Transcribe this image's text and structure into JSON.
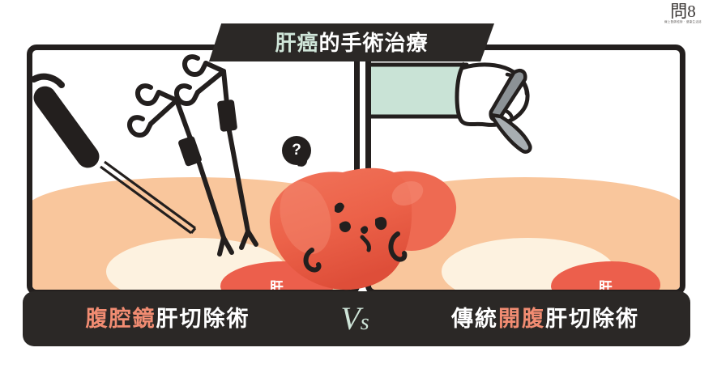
{
  "logo": {
    "mark": "問8",
    "subtitle": "線上醫師諮詢 ‧ 健康生活誌"
  },
  "title": {
    "highlight": "肝癌",
    "rest": "的手術治療",
    "highlight_color": "#CFE5D8",
    "rest_color": "#FFFFFF",
    "banner_color": "#2B2826"
  },
  "panels": {
    "left": {
      "name": "laparoscopic-surgery-panel",
      "liver_label": "肝",
      "instruments": [
        "laparoscope-camera",
        "grasper-forceps",
        "grasper-forceps"
      ]
    },
    "right": {
      "name": "open-surgery-panel",
      "liver_label": "肝",
      "instruments": [
        "surgeon-hand",
        "scalpel"
      ],
      "sleeve_color": "#C9E3D6"
    }
  },
  "mascot": {
    "name": "liver-character",
    "bubble_text": "?",
    "body_color": "#EE6A52",
    "shade_color": "#E0513C"
  },
  "bottom_banner": {
    "left": {
      "highlight": "腹腔鏡",
      "rest": "肝切除術"
    },
    "vs": {
      "big": "V",
      "small": "s"
    },
    "right": {
      "prefix": "傳統",
      "highlight": "開腹",
      "rest": "肝切除術"
    },
    "highlight_color": "#F18C72",
    "text_color": "#FFFFFF",
    "vs_color": "#CFE5D8",
    "banner_color": "#2B2826"
  },
  "palette": {
    "skin": "#F9C69C",
    "belly_inner": "#FDF2E0",
    "liver_red": "#EC5F4C",
    "ink": "#231F1E",
    "mint": "#CFE5D8"
  }
}
